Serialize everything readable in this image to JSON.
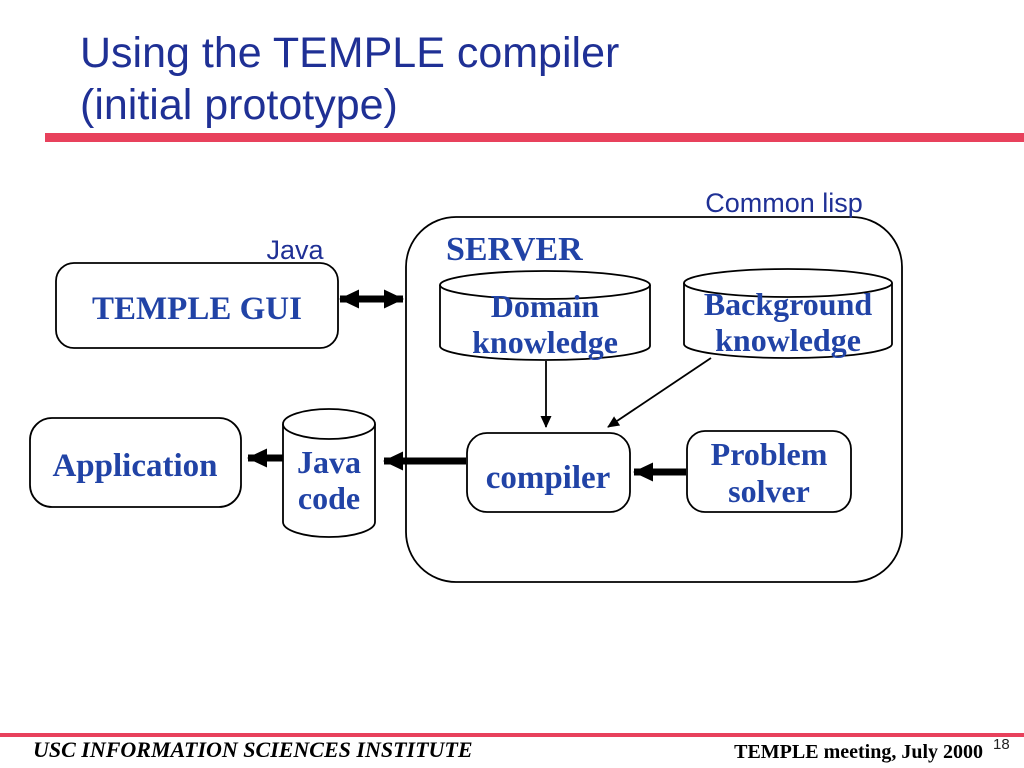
{
  "slide": {
    "title": {
      "line1": "Using the TEMPLE compiler",
      "line2": "(initial prototype)"
    },
    "colors": {
      "accent_red": "#e8415c",
      "title_blue": "#1f3095",
      "diagram_blue": "#2143a6",
      "outline": "#000000"
    }
  },
  "diagram": {
    "environment_labels": {
      "common_lisp": "Common lisp",
      "java": "Java"
    },
    "server_label": "SERVER",
    "nodes": {
      "temple_gui": {
        "label": "TEMPLE GUI",
        "shape": "rounded-box"
      },
      "domain_knowledge": {
        "line1": "Domain",
        "line2": "knowledge",
        "shape": "cylinder"
      },
      "background_knowledge": {
        "line1": "Background",
        "line2": "knowledge",
        "shape": "cylinder"
      },
      "compiler": {
        "label": "compiler",
        "shape": "rounded-box"
      },
      "problem_solver": {
        "line1": "Problem",
        "line2": "solver",
        "shape": "rounded-box"
      },
      "java_code": {
        "line1": "Java",
        "line2": "code",
        "shape": "cylinder"
      },
      "application": {
        "label": "Application",
        "shape": "rounded-box"
      }
    },
    "connections": [
      {
        "from": "temple_gui",
        "to": "server",
        "style": "thick-double-arrow"
      },
      {
        "from": "domain_knowledge",
        "to": "compiler",
        "style": "thin-arrow"
      },
      {
        "from": "background_knowledge",
        "to": "compiler",
        "style": "thin-arrow"
      },
      {
        "from": "problem_solver",
        "to": "compiler",
        "style": "thick-arrow"
      },
      {
        "from": "compiler",
        "to": "java_code",
        "style": "thick-arrow"
      },
      {
        "from": "java_code",
        "to": "application",
        "style": "thick-arrow"
      }
    ]
  },
  "footer": {
    "left": "USC INFORMATION SCIENCES INSTITUTE",
    "right": "TEMPLE meeting, July 2000",
    "page_number": "18"
  }
}
